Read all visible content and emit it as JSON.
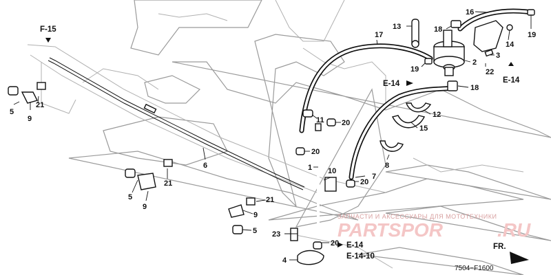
{
  "references": {
    "f15": "F-15",
    "e14_center": "E-14",
    "e14_right": "E-14",
    "e14_bottom": "E-14",
    "e1410_bottom": "E-14-10"
  },
  "callouts": {
    "c1": "1",
    "c2": "2",
    "c3": "3",
    "c4": "4",
    "c5a": "5",
    "c5b": "5",
    "c5c": "5",
    "c6": "6",
    "c7": "7",
    "c8": "8",
    "c9a": "9",
    "c9b": "9",
    "c9c": "9",
    "c10": "10",
    "c11": "11",
    "c12": "12",
    "c13": "13",
    "c14": "14",
    "c15": "15",
    "c16": "16",
    "c17": "17",
    "c18a": "18",
    "c18b": "18",
    "c19a": "19",
    "c19b": "19",
    "c20a": "20",
    "c20b": "20",
    "c20c": "20",
    "c20d": "20",
    "c21a": "21",
    "c21b": "21",
    "c21c": "21",
    "c22": "22",
    "c23": "23"
  },
  "direction_label": "FR.",
  "diagram_code": "7504−F1600",
  "watermark": {
    "tagline": "ЗАПЧАСТИ И АКСЕССУАРЫ ДЛЯ МОТОТЕХНИКИ",
    "logo": "PARTSPOR",
    "domain": ".RU"
  },
  "colors": {
    "line": "#111111",
    "frame": "#9a9a9a",
    "watermark": "#f4c6c6"
  }
}
